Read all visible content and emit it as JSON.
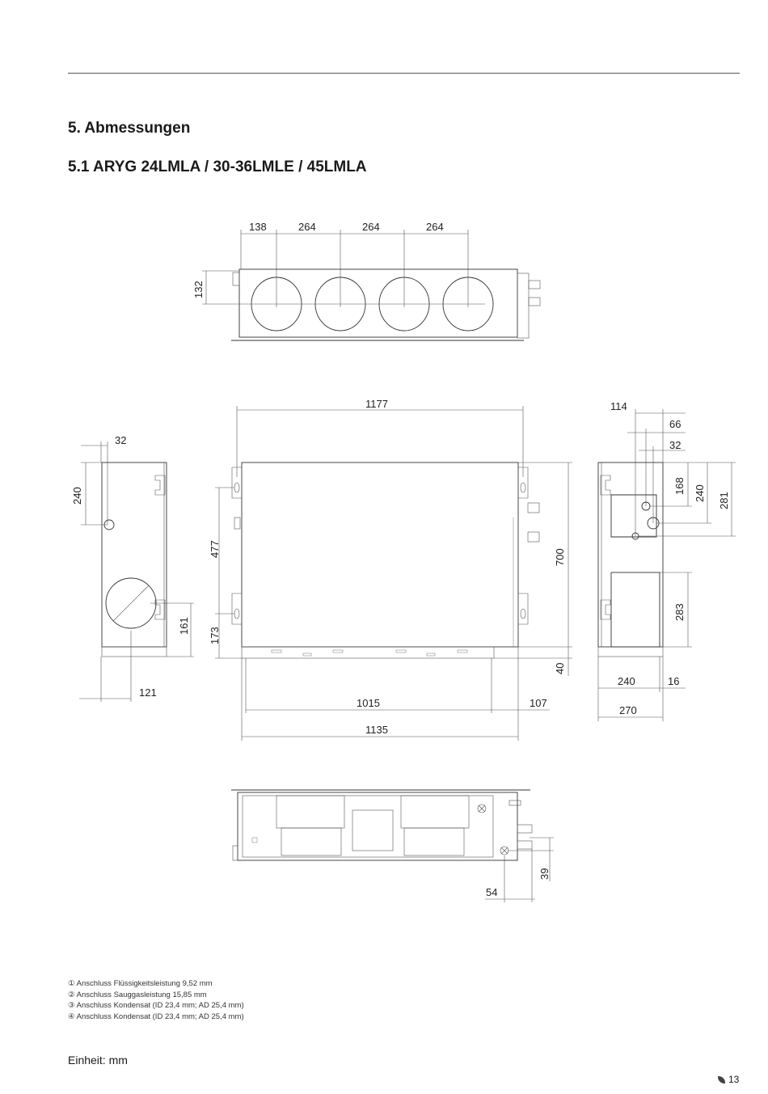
{
  "heading": "5. Abmessungen",
  "subheading": "5.1 ARYG 24LMLA / 30-36LMLE / 45LMLA",
  "dimensions": {
    "top_view": [
      "138",
      "264",
      "264",
      "264",
      "132"
    ],
    "front_view": [
      "1177",
      "477",
      "173",
      "700",
      "40",
      "1015",
      "107",
      "1135"
    ],
    "left_side_view": [
      "32",
      "240",
      "161",
      "121"
    ],
    "right_side_view": [
      "114",
      "66",
      "32",
      "168",
      "240",
      "281",
      "283",
      "240",
      "16",
      "270"
    ],
    "bottom_view": [
      "39",
      "54"
    ]
  },
  "notes": [
    "① Anschluss Flüssigkeitsleistung 9,52 mm",
    "② Anschluss Sauggasleistung 15,85 mm",
    "③ Anschluss Kondensat (ID 23,4 mm; AD 25,4 mm)",
    "④ Anschluss Kondensat (ID 23,4 mm; AD 25,4 mm)"
  ],
  "unit_label": "Einheit: mm",
  "page_number": "13",
  "icons": [
    "leaf-icon"
  ]
}
